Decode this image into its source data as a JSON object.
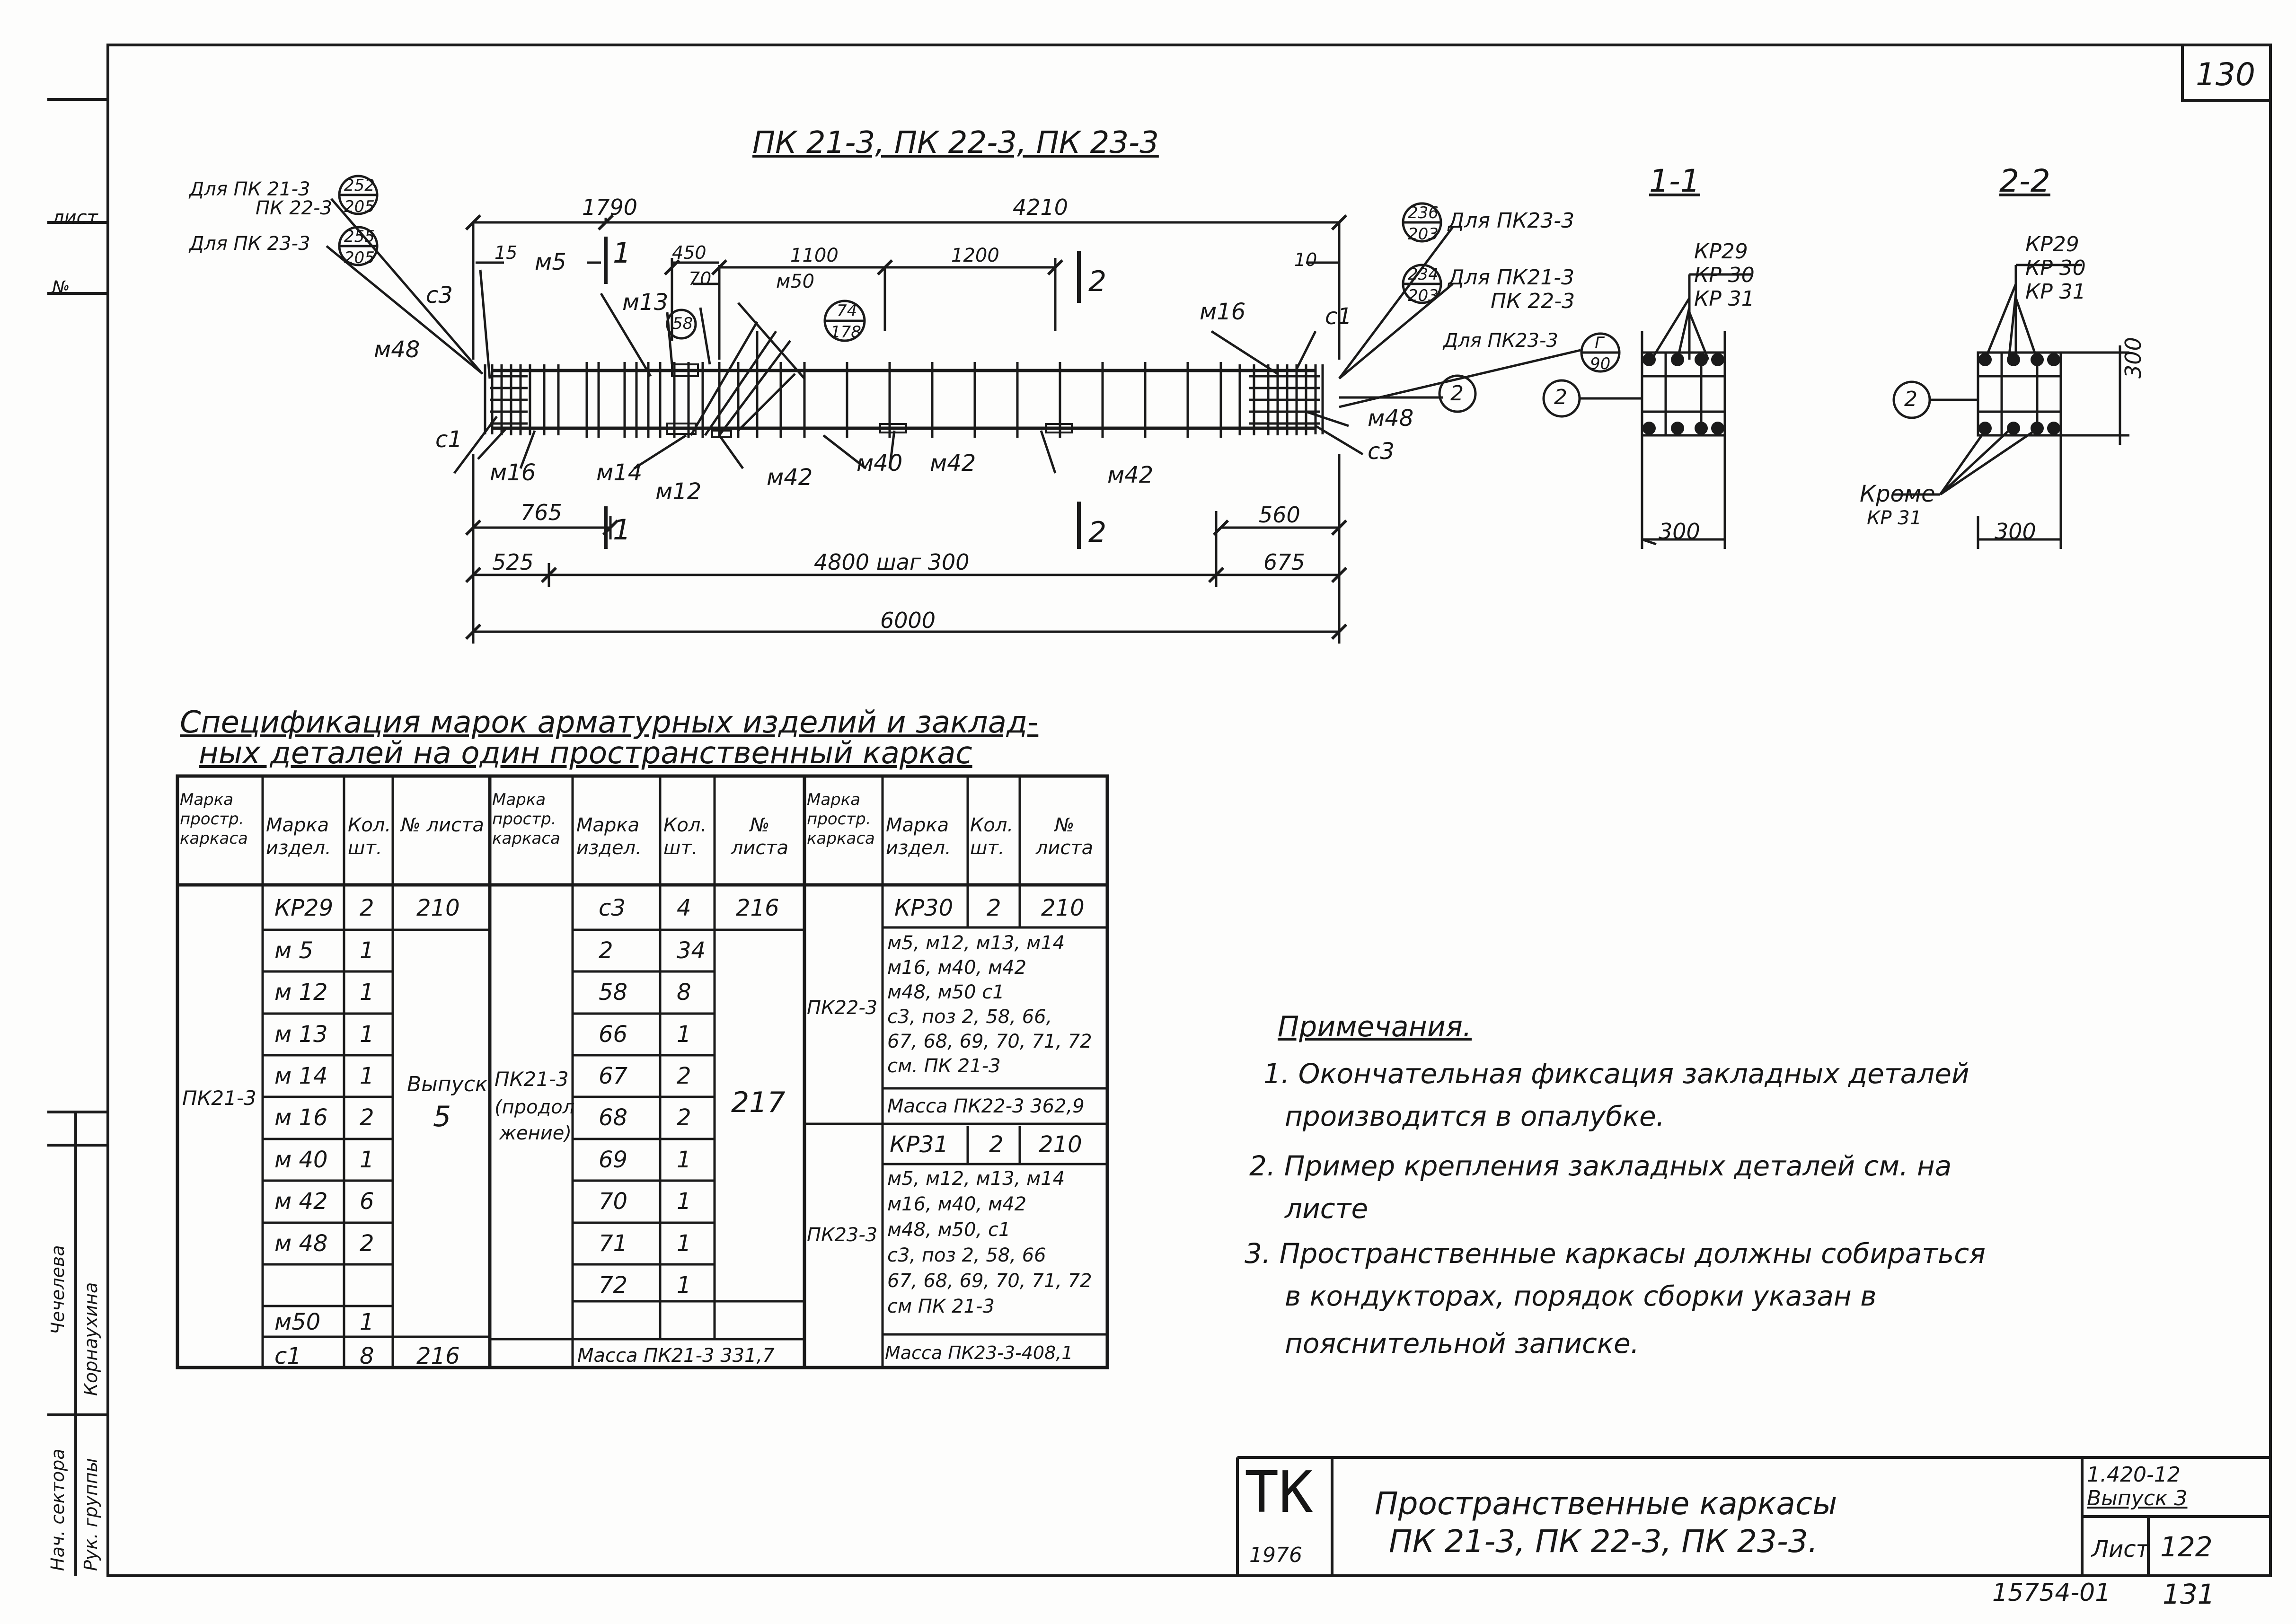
{
  "sheet": {
    "corner_number": "130",
    "bottom_number_left": "15754-01",
    "bottom_number_right": "131",
    "left_strip": {
      "label_list": "лист",
      "label_no": "№",
      "role_1": "Нач. сектора",
      "role_2": "Рук. группы",
      "name_1": "Чечелева",
      "name_2": "Корнаухина"
    }
  },
  "drawing": {
    "title": "ПК 21-3, ПК 22-3, ПК 23-3",
    "callouts_left": {
      "line1": "Для ПК 21-3",
      "line2": "ПК 22-3",
      "line3": "Для ПК 23-3",
      "c1a": "252",
      "c1b": "205",
      "c2a": "255",
      "c2b": "205"
    },
    "callouts_right": {
      "line1": "Для ПК23-3",
      "line2": "Для ПК21-3",
      "line3": "ПК 22-3",
      "line4": "Для ПК23-3",
      "c1a": "236",
      "c1b": "203",
      "c2a": "234",
      "c2b": "203",
      "c3a": "Г",
      "c3b": "90"
    },
    "dims": {
      "d1790": "1790",
      "d4210": "4210",
      "d15": "15",
      "d450": "450",
      "d70": "70",
      "d1100": "1100",
      "d1200": "1200",
      "d10": "10",
      "d765": "765",
      "d525": "525",
      "d4800": "4800 шаг 300",
      "d675": "675",
      "d560": "560",
      "d6000": "6000"
    },
    "marks": {
      "m5": "м5",
      "m13": "м13",
      "m50": "м50",
      "c3a": "с3",
      "m48a": "м48",
      "c1a": "с1",
      "m16a": "м16",
      "m14": "м14",
      "m12": "м12",
      "m42a": "м42",
      "m40": "м40",
      "m42b": "м42",
      "m42c": "м42",
      "m16b": "м16",
      "c1b": "с1",
      "m48b": "м48",
      "c3b": "с3",
      "circ58": "58",
      "circ74": "74",
      "circ178": "178",
      "circ2": "2"
    },
    "cut_1": "1",
    "cut_2": "2"
  },
  "section_1_1": {
    "title": "1-1",
    "kp1": "КР29",
    "kp2": "КР 30",
    "kp3": "КР 31",
    "dim": "300",
    "pos": "2"
  },
  "section_2_2": {
    "title": "2-2",
    "kp1": "КР29",
    "kp2": "КР 30",
    "kp3": "КР 31",
    "dim_w": "300",
    "dim_h": "300",
    "pos": "2",
    "krome": "Кроме",
    "kr31": "КР 31"
  },
  "spec": {
    "title_line1": "Спецификация марок арматурных изделий и заклад-",
    "title_line2": "ных деталей на один пространственный каркас",
    "headers": {
      "h1": "Марка простр. каркаса",
      "h2": "Марка издел.",
      "h3": "Кол. шт.",
      "h4": "№ листа"
    },
    "block1": {
      "frame": "ПК21-3",
      "rows": [
        {
          "mark": "КР29",
          "qty": "2",
          "sheet": "210"
        },
        {
          "mark": "м 5",
          "qty": "1"
        },
        {
          "mark": "м 12",
          "qty": "1"
        },
        {
          "mark": "м 13",
          "qty": "1"
        },
        {
          "mark": "м 14",
          "qty": "1"
        },
        {
          "mark": "м 16",
          "qty": "2"
        },
        {
          "mark": "м 40",
          "qty": "1"
        },
        {
          "mark": "м 42",
          "qty": "6"
        },
        {
          "mark": "м 48",
          "qty": "2"
        },
        {
          "mark": "",
          "qty": ""
        },
        {
          "mark": "м50",
          "qty": "1"
        },
        {
          "mark": "с1",
          "qty": "8",
          "sheet": "216"
        }
      ],
      "merged_sheet_a": "Выпуск",
      "merged_sheet_b": "5"
    },
    "block2": {
      "frame_a": "ПК21-3",
      "frame_b": "(продол",
      "frame_c": "жение)",
      "rows": [
        {
          "mark": "с3",
          "qty": "4",
          "sheet": "216"
        },
        {
          "mark": "2",
          "qty": "34"
        },
        {
          "mark": "58",
          "qty": "8"
        },
        {
          "mark": "66",
          "qty": "1"
        },
        {
          "mark": "67",
          "qty": "2"
        },
        {
          "mark": "68",
          "qty": "2"
        },
        {
          "mark": "69",
          "qty": "1"
        },
        {
          "mark": "70",
          "qty": "1"
        },
        {
          "mark": "71",
          "qty": "1"
        },
        {
          "mark": "72",
          "qty": "1"
        }
      ],
      "merged_sheet": "217",
      "mass": "Масса ПК21-3 331,7"
    },
    "block3": {
      "frame1": "ПК22-3",
      "r1": {
        "mark": "КР30",
        "qty": "2",
        "sheet": "210"
      },
      "text1": [
        "м5, м12, м13, м14",
        "м16, м40, м42",
        "м48, м50 с1",
        "с3, поз 2, 58, 66,",
        "67, 68, 69, 70, 71, 72",
        "см. ПК 21-3"
      ],
      "mass1": "Масса ПК22-3 362,9",
      "frame2": "ПК23-3",
      "r2": {
        "mark": "КР31",
        "qty": "2",
        "sheet": "210"
      },
      "text2": [
        "м5, м12, м13, м14",
        "м16, м40, м42",
        "м48, м50, с1",
        "с3, поз 2, 58, 66",
        "67, 68, 69, 70, 71, 72",
        "см ПК 21-3"
      ],
      "mass2": "Масса ПК23-3-408,1"
    }
  },
  "notes": {
    "title": "Примечания.",
    "lines": [
      "1. Окончательная фиксация закладных деталей",
      "производится в опалубке.",
      "2. Пример крепления закладных деталей см. на",
      "листе",
      "3. Пространственные каркасы должны собираться",
      "в кондукторах, порядок сборки указан в",
      "пояснительной записке."
    ]
  },
  "titleblock": {
    "logo": "ТК",
    "year": "1976",
    "name1": "Пространственные каркасы",
    "name2": "ПК 21-3, ПК 22-3, ПК 23-3.",
    "code": "1.420-12",
    "issue": "Выпуск 3",
    "sheet_label": "Лист",
    "sheet_no": "122"
  }
}
